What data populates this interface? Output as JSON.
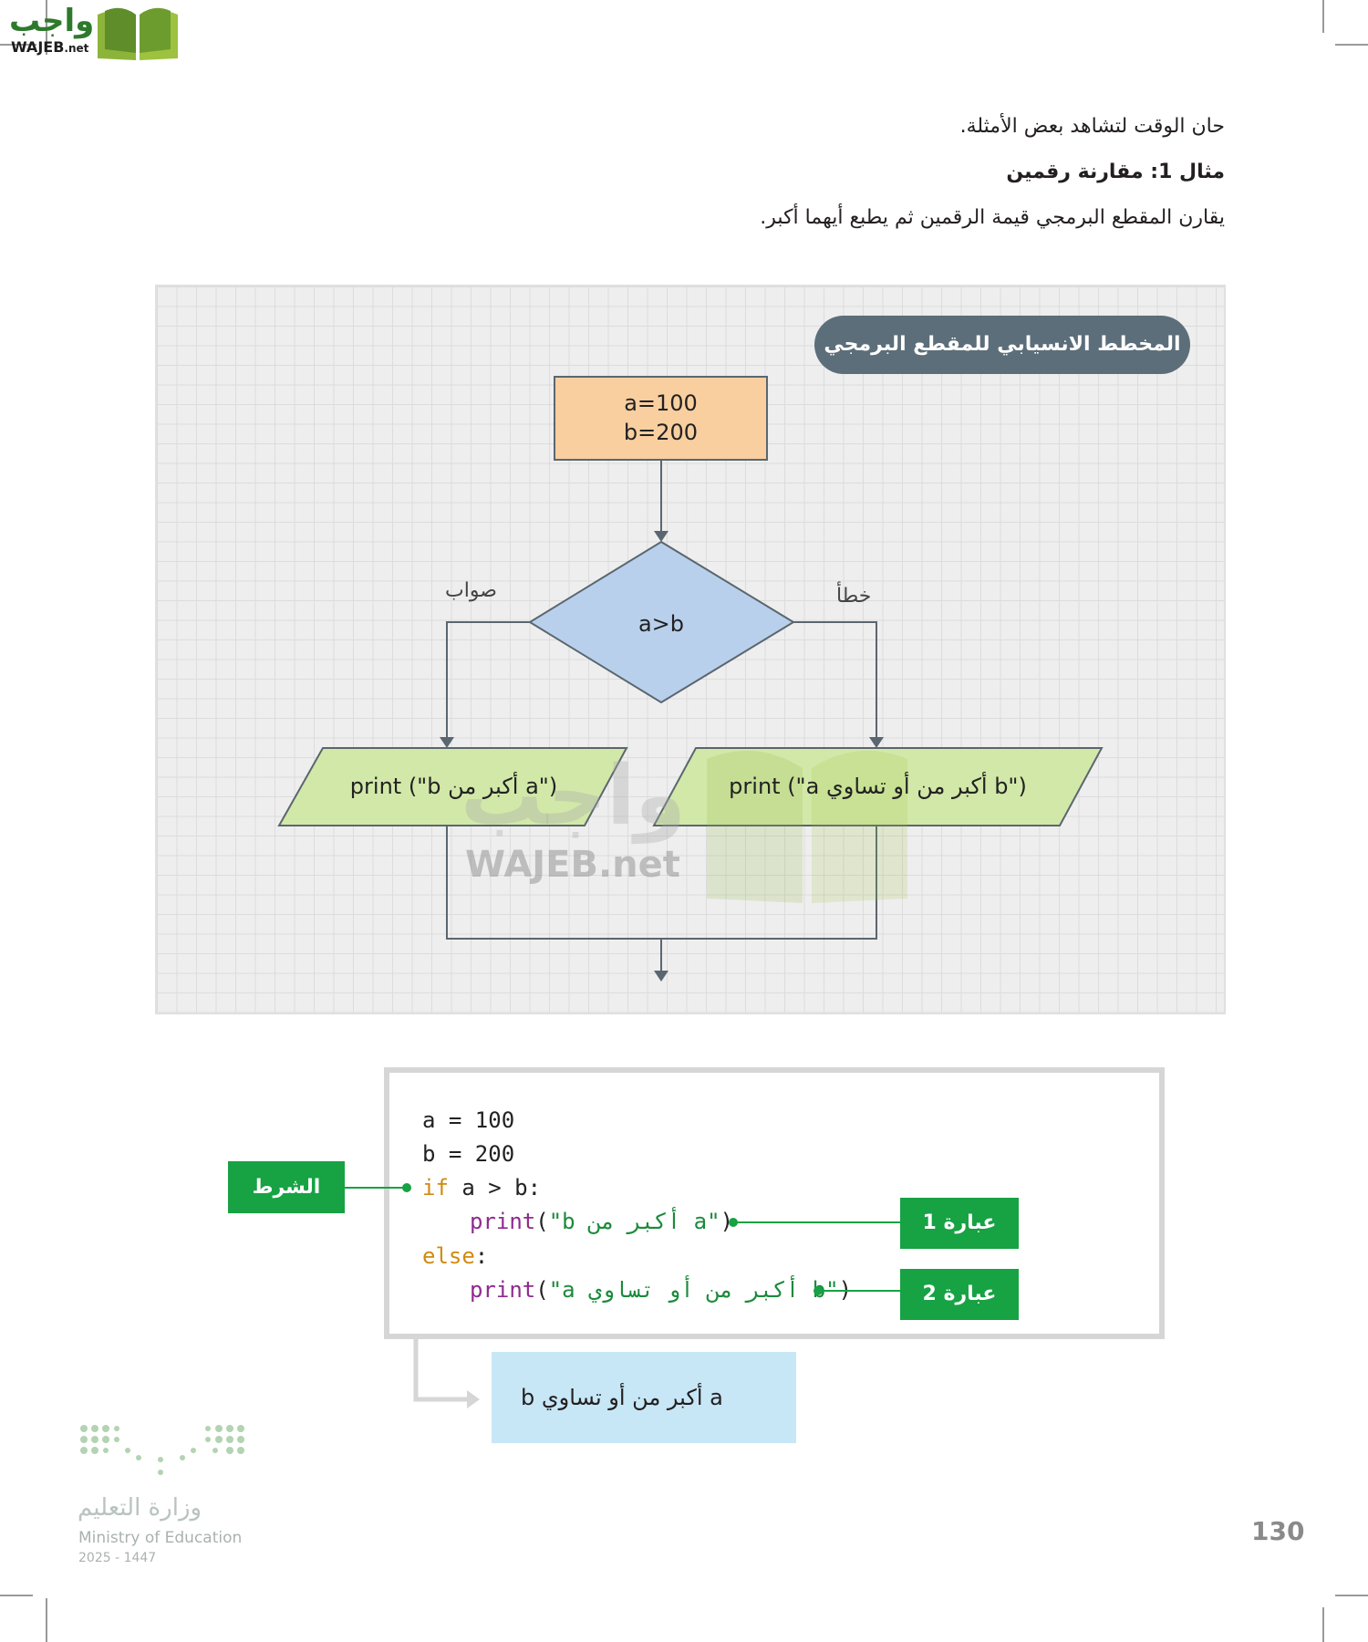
{
  "header": {
    "logo_ar": "واجب",
    "logo_en": "WAJEB",
    "logo_suffix": ".net"
  },
  "intro": {
    "line1": "حان الوقت لتشاهد بعض الأمثلة.",
    "heading": "مثال 1: مقارنة رقمين",
    "line2": "يقارن المقطع البرمجي قيمة الرقمين ثم يطبع أيهما أكبر."
  },
  "flowchart": {
    "title": "المخطط الانسيابي للمقطع البرمجي",
    "init_line1": "a=100",
    "init_line2": "b=200",
    "condition": "a>b",
    "true_label": "صواب",
    "false_label": "خطأ",
    "true_output": "print (\"b أكبر من a\")",
    "false_output": "print (\"a أكبر من أو تساوي b\")",
    "node_colors": {
      "init": "#f9cfa0",
      "decision": "#b9d0ec",
      "io": "#d2e8a8",
      "line": "#5a6670"
    }
  },
  "watermark": {
    "ar": "واجب",
    "en": "WAJEB.net"
  },
  "code": {
    "line1": "a = 100",
    "line2": "b = 200",
    "kw_if": "if",
    "cond": " a > b:",
    "fn1": "print",
    "str1": "\"b أكبر من a\"",
    "kw_else": "else",
    "colon": ":",
    "fn2": "print",
    "str2": "\"a أكبر من أو تساوي b\"",
    "paren_open": "(",
    "paren_close": ")",
    "colors": {
      "keyword": "#d08b10",
      "function": "#8e2a8e",
      "string": "#1c8a3c"
    }
  },
  "labels": {
    "condition_tag": "الشرط",
    "statement1_tag": "عبارة 1",
    "statement2_tag": "عبارة 2",
    "tag_color": "#17a244"
  },
  "output": {
    "text": "b أكبر من أو تساوي a"
  },
  "footer": {
    "ministry_ar": "وزارة التعليم",
    "ministry_en": "Ministry of Education",
    "years": "2025 - 1447",
    "page_number": "130"
  }
}
